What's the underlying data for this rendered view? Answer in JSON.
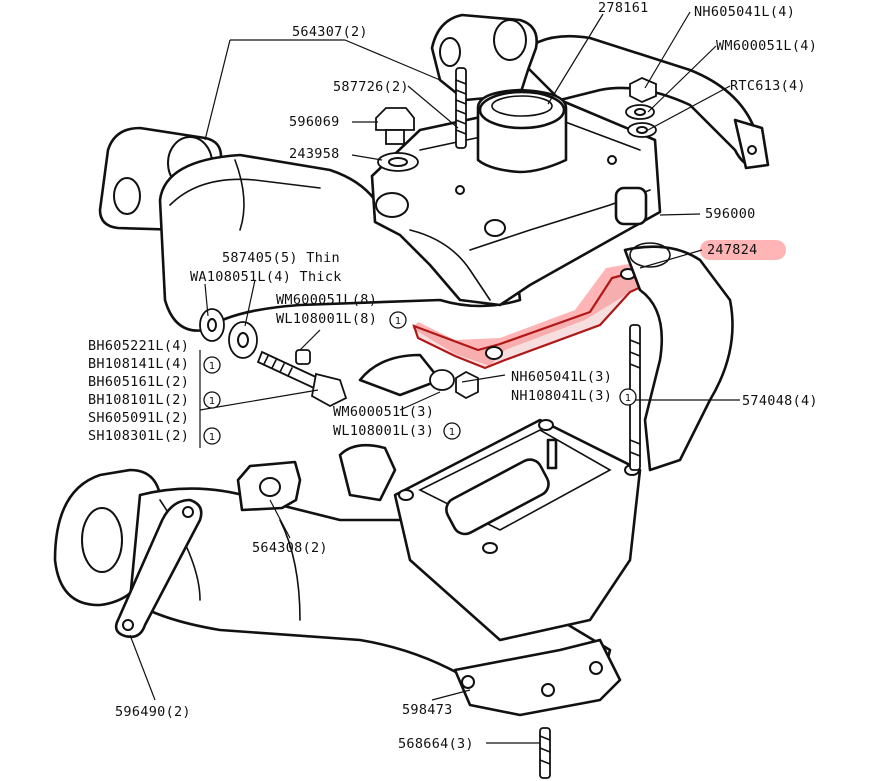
{
  "diagram": {
    "highlight_color": "#ff6b6b",
    "callout_circle_glyph": "1",
    "labels": {
      "p564307": "564307(2)",
      "p278161": "278161",
      "p_nh605041l_4": "NH605041L(4)",
      "p_wm600051l_4": "WM600051L(4)",
      "p_rtc613": "RTC613(4)",
      "p587726": "587726(2)",
      "p596069": "596069",
      "p243958": "243958",
      "p596000": "596000",
      "p247824": "247824",
      "p587405": "587405(5) Thin",
      "p_wa108051l": "WA108051L(4) Thick",
      "p_wm600051l_8": "WM600051L(8)",
      "p_wl108001l_8": "WL108001L(8)",
      "p_bh605221l": "BH605221L(4)",
      "p_bh108141l": "BH108141L(4)",
      "p_bh605161l": "BH605161L(2)",
      "p_bh108101l": "BH108101L(2)",
      "p_sh605091l": "SH605091L(2)",
      "p_sh108301l": "SH108301L(2)",
      "p_nh605041l_3": "NH605041L(3)",
      "p_nh108041l": "NH108041L(3)",
      "p574048": "574048(4)",
      "p_wm600051l_3": "WM600051L(3)",
      "p_wl108001l_3": "WL108001L(3)",
      "p564308": "564308(2)",
      "p596490": "596490(2)",
      "p598473": "598473",
      "p568664": "568664(3)"
    }
  }
}
